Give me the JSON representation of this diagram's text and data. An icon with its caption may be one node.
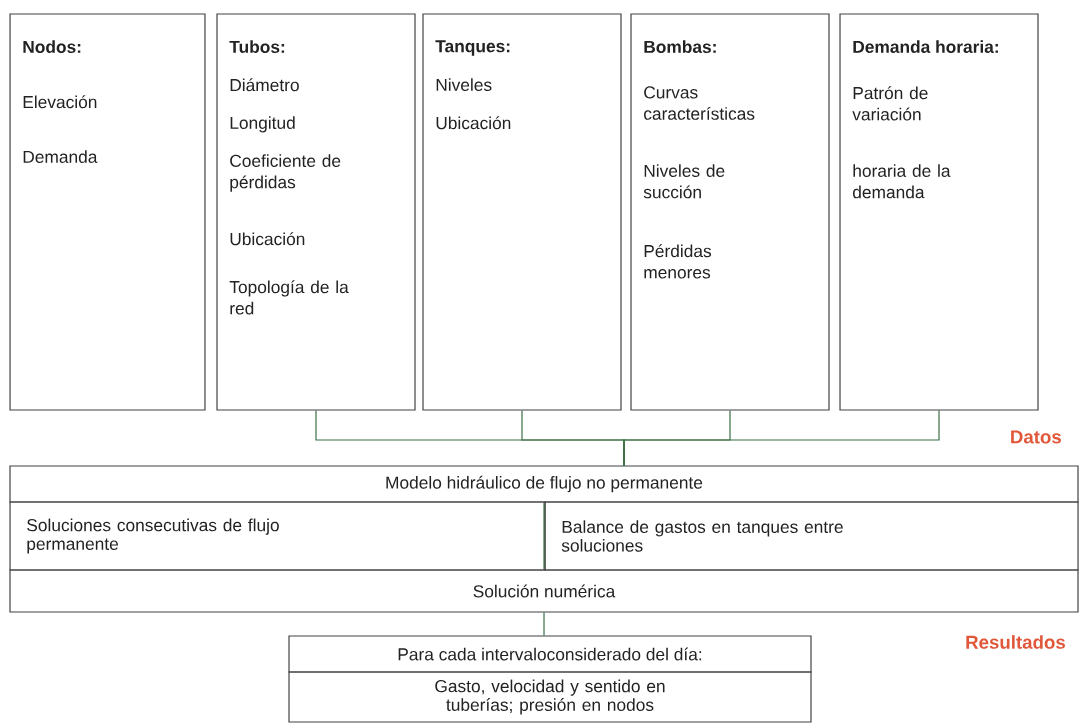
{
  "diagram": {
    "nodes": [
      {
        "text": [
          "Nodos:",
          "Elevación",
          "Demanda"
        ]
      },
      {
        "text": [
          "Tubos:",
          "Diámetro",
          "Longitud",
          "Coeficiente de pérdidas",
          "Ubicación",
          "Topología de la red"
        ]
      },
      {
        "text": [
          "Tanques:",
          "Niveles",
          "Ubicación"
        ]
      },
      {
        "text": [
          "Bombas:",
          "Curvas características",
          "Niveles de succión",
          "Pérdidas menores"
        ]
      },
      {
        "text": [
          "Demanda horaria:",
          "Patrón de variación",
          "horaria de la demanda"
        ]
      },
      {
        "text": [
          "Modelo hidráulico de flujo no permanente"
        ]
      },
      {
        "text": [
          "Soluciones consecutivas de flujo permanente"
        ]
      },
      {
        "text": [
          "Balance de gastos en tanques entre soluciones"
        ]
      },
      {
        "text": [
          "Solución numérica"
        ]
      },
      {
        "text": [
          "Para cada intervaloconsiderado del día:"
        ]
      },
      {
        "text": [
          "Gasto, velocidad y sentido en tuberías; presión en nodos"
        ]
      }
    ],
    "edges": [
      {
        "from": 1,
        "to": 5,
        "arrow": "none"
      },
      {
        "from": 2,
        "to": 5,
        "arrow": "none"
      },
      {
        "from": 3,
        "to": 5,
        "arrow": "none"
      },
      {
        "from": 4,
        "to": 5,
        "arrow": "none"
      },
      {
        "from": 5,
        "to": 8,
        "arrow": "none"
      },
      {
        "from": 8,
        "to": 9,
        "arrow": "none"
      }
    ],
    "labels": [
      "Datos",
      "Resultados"
    ]
  }
}
